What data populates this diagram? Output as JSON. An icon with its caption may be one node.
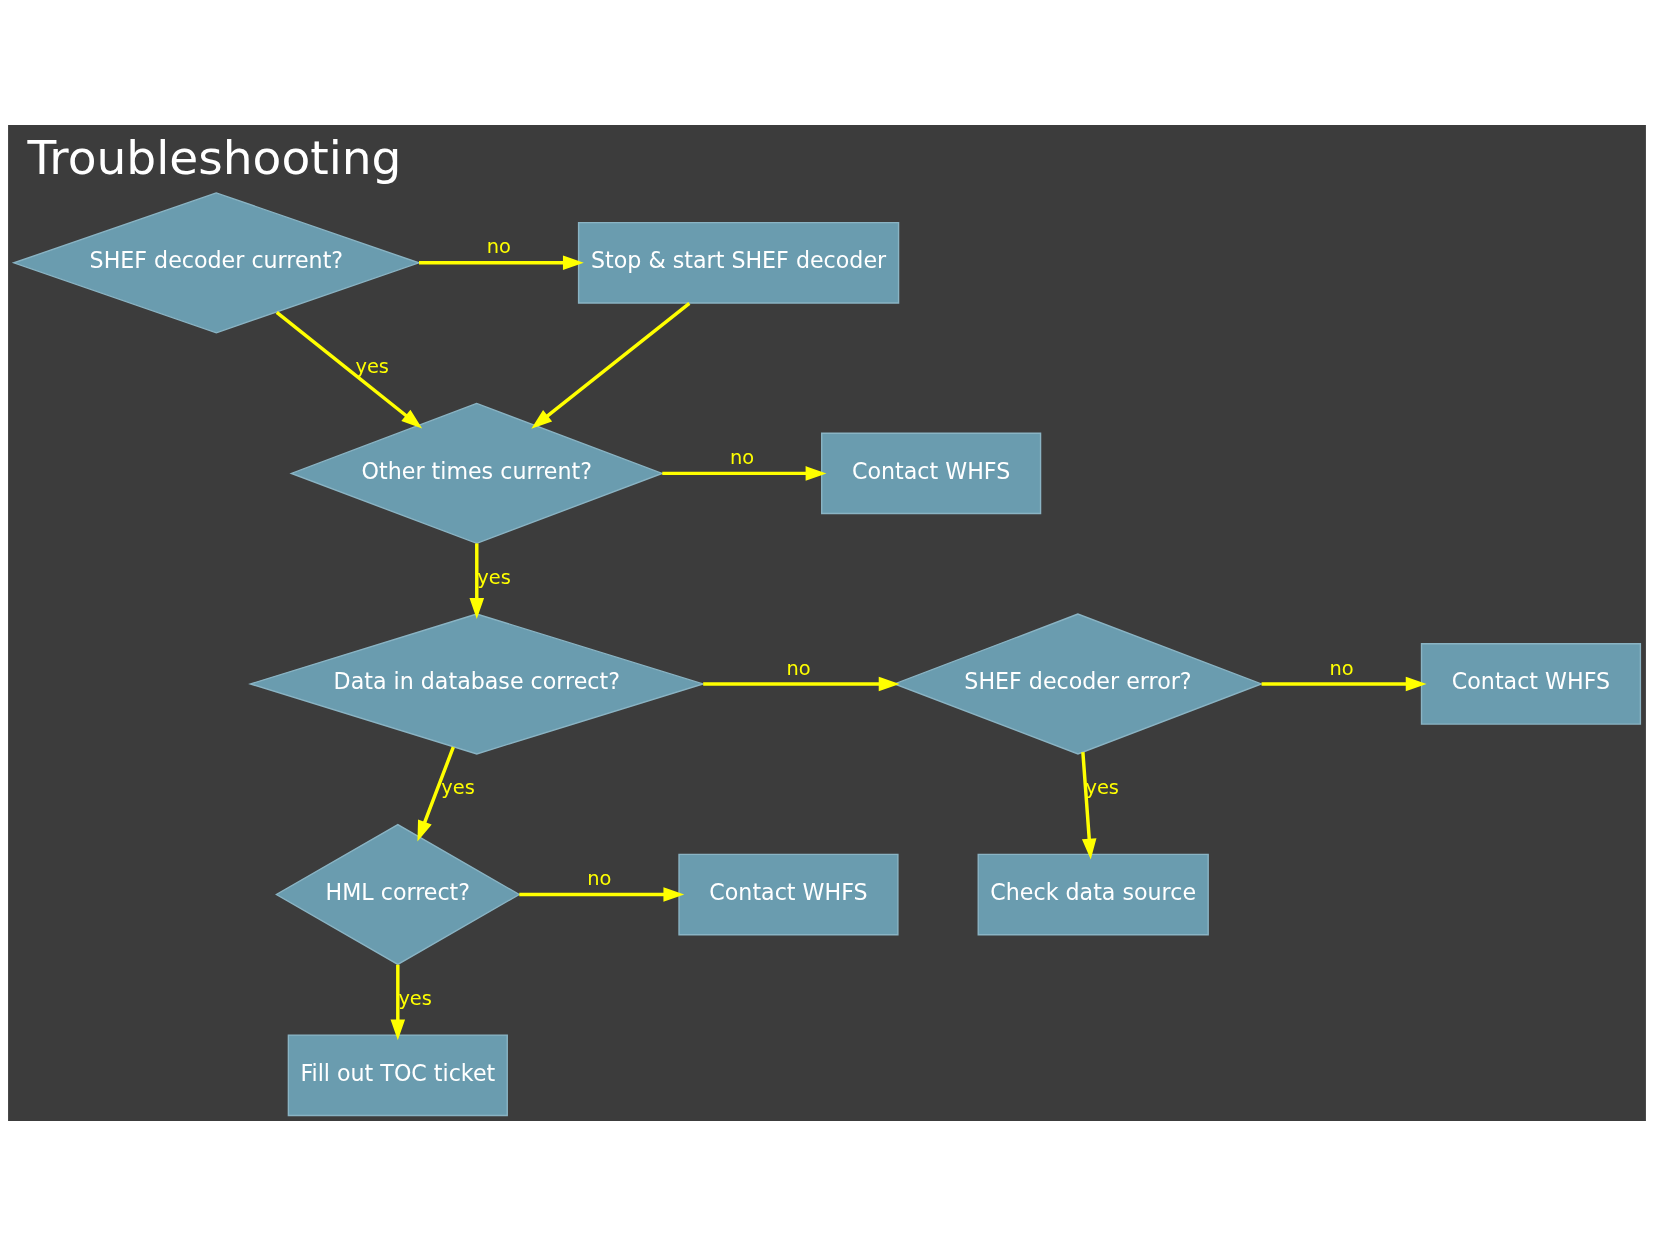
{
  "diagram": {
    "title": "Troubleshooting",
    "nodes": [
      {
        "text": [
          "SHEF decoder current?"
        ]
      },
      {
        "text": [
          "Stop & start SHEF decoder"
        ]
      },
      {
        "text": [
          "Other times current?"
        ]
      },
      {
        "text": [
          "Contact WHFS"
        ]
      },
      {
        "text": [
          "Data in database correct?"
        ]
      },
      {
        "text": [
          "SHEF decoder error?"
        ]
      },
      {
        "text": [
          "Contact WHFS"
        ]
      },
      {
        "text": [
          "Check data source"
        ]
      },
      {
        "text": [
          "HML correct?"
        ]
      },
      {
        "text": [
          "Contact WHFS"
        ]
      },
      {
        "text": [
          "Fill out TOC ticket"
        ]
      }
    ],
    "edges": [
      {
        "from": 0,
        "to": 1,
        "arrow": "to",
        "label": "no"
      },
      {
        "from": 0,
        "to": 2,
        "arrow": "to",
        "label": "yes"
      },
      {
        "from": 1,
        "to": 2,
        "arrow": "to"
      },
      {
        "from": 2,
        "to": 3,
        "arrow": "to",
        "label": "no"
      },
      {
        "from": 2,
        "to": 4,
        "arrow": "to",
        "label": "yes"
      },
      {
        "from": 4,
        "to": 5,
        "arrow": "to",
        "label": "no"
      },
      {
        "from": 4,
        "to": 8,
        "arrow": "to",
        "label": "yes"
      },
      {
        "from": 5,
        "to": 6,
        "arrow": "to",
        "label": "no"
      },
      {
        "from": 5,
        "to": 7,
        "arrow": "to",
        "label": "yes"
      },
      {
        "from": 8,
        "to": 9,
        "arrow": "to",
        "label": "no"
      },
      {
        "from": 8,
        "to": 10,
        "arrow": "to",
        "label": "yes"
      }
    ]
  }
}
